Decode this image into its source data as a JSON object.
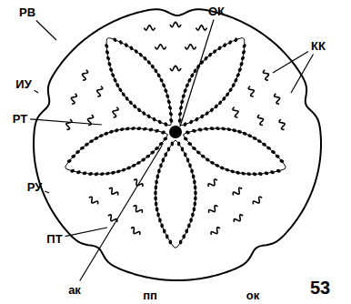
{
  "diagram": {
    "labels": [
      "РВ",
      "ОК",
      "КК",
      "ИУ",
      "РТ",
      "РУ",
      "ПТ",
      "ак",
      "пп",
      "ок",
      "53"
    ]
  }
}
